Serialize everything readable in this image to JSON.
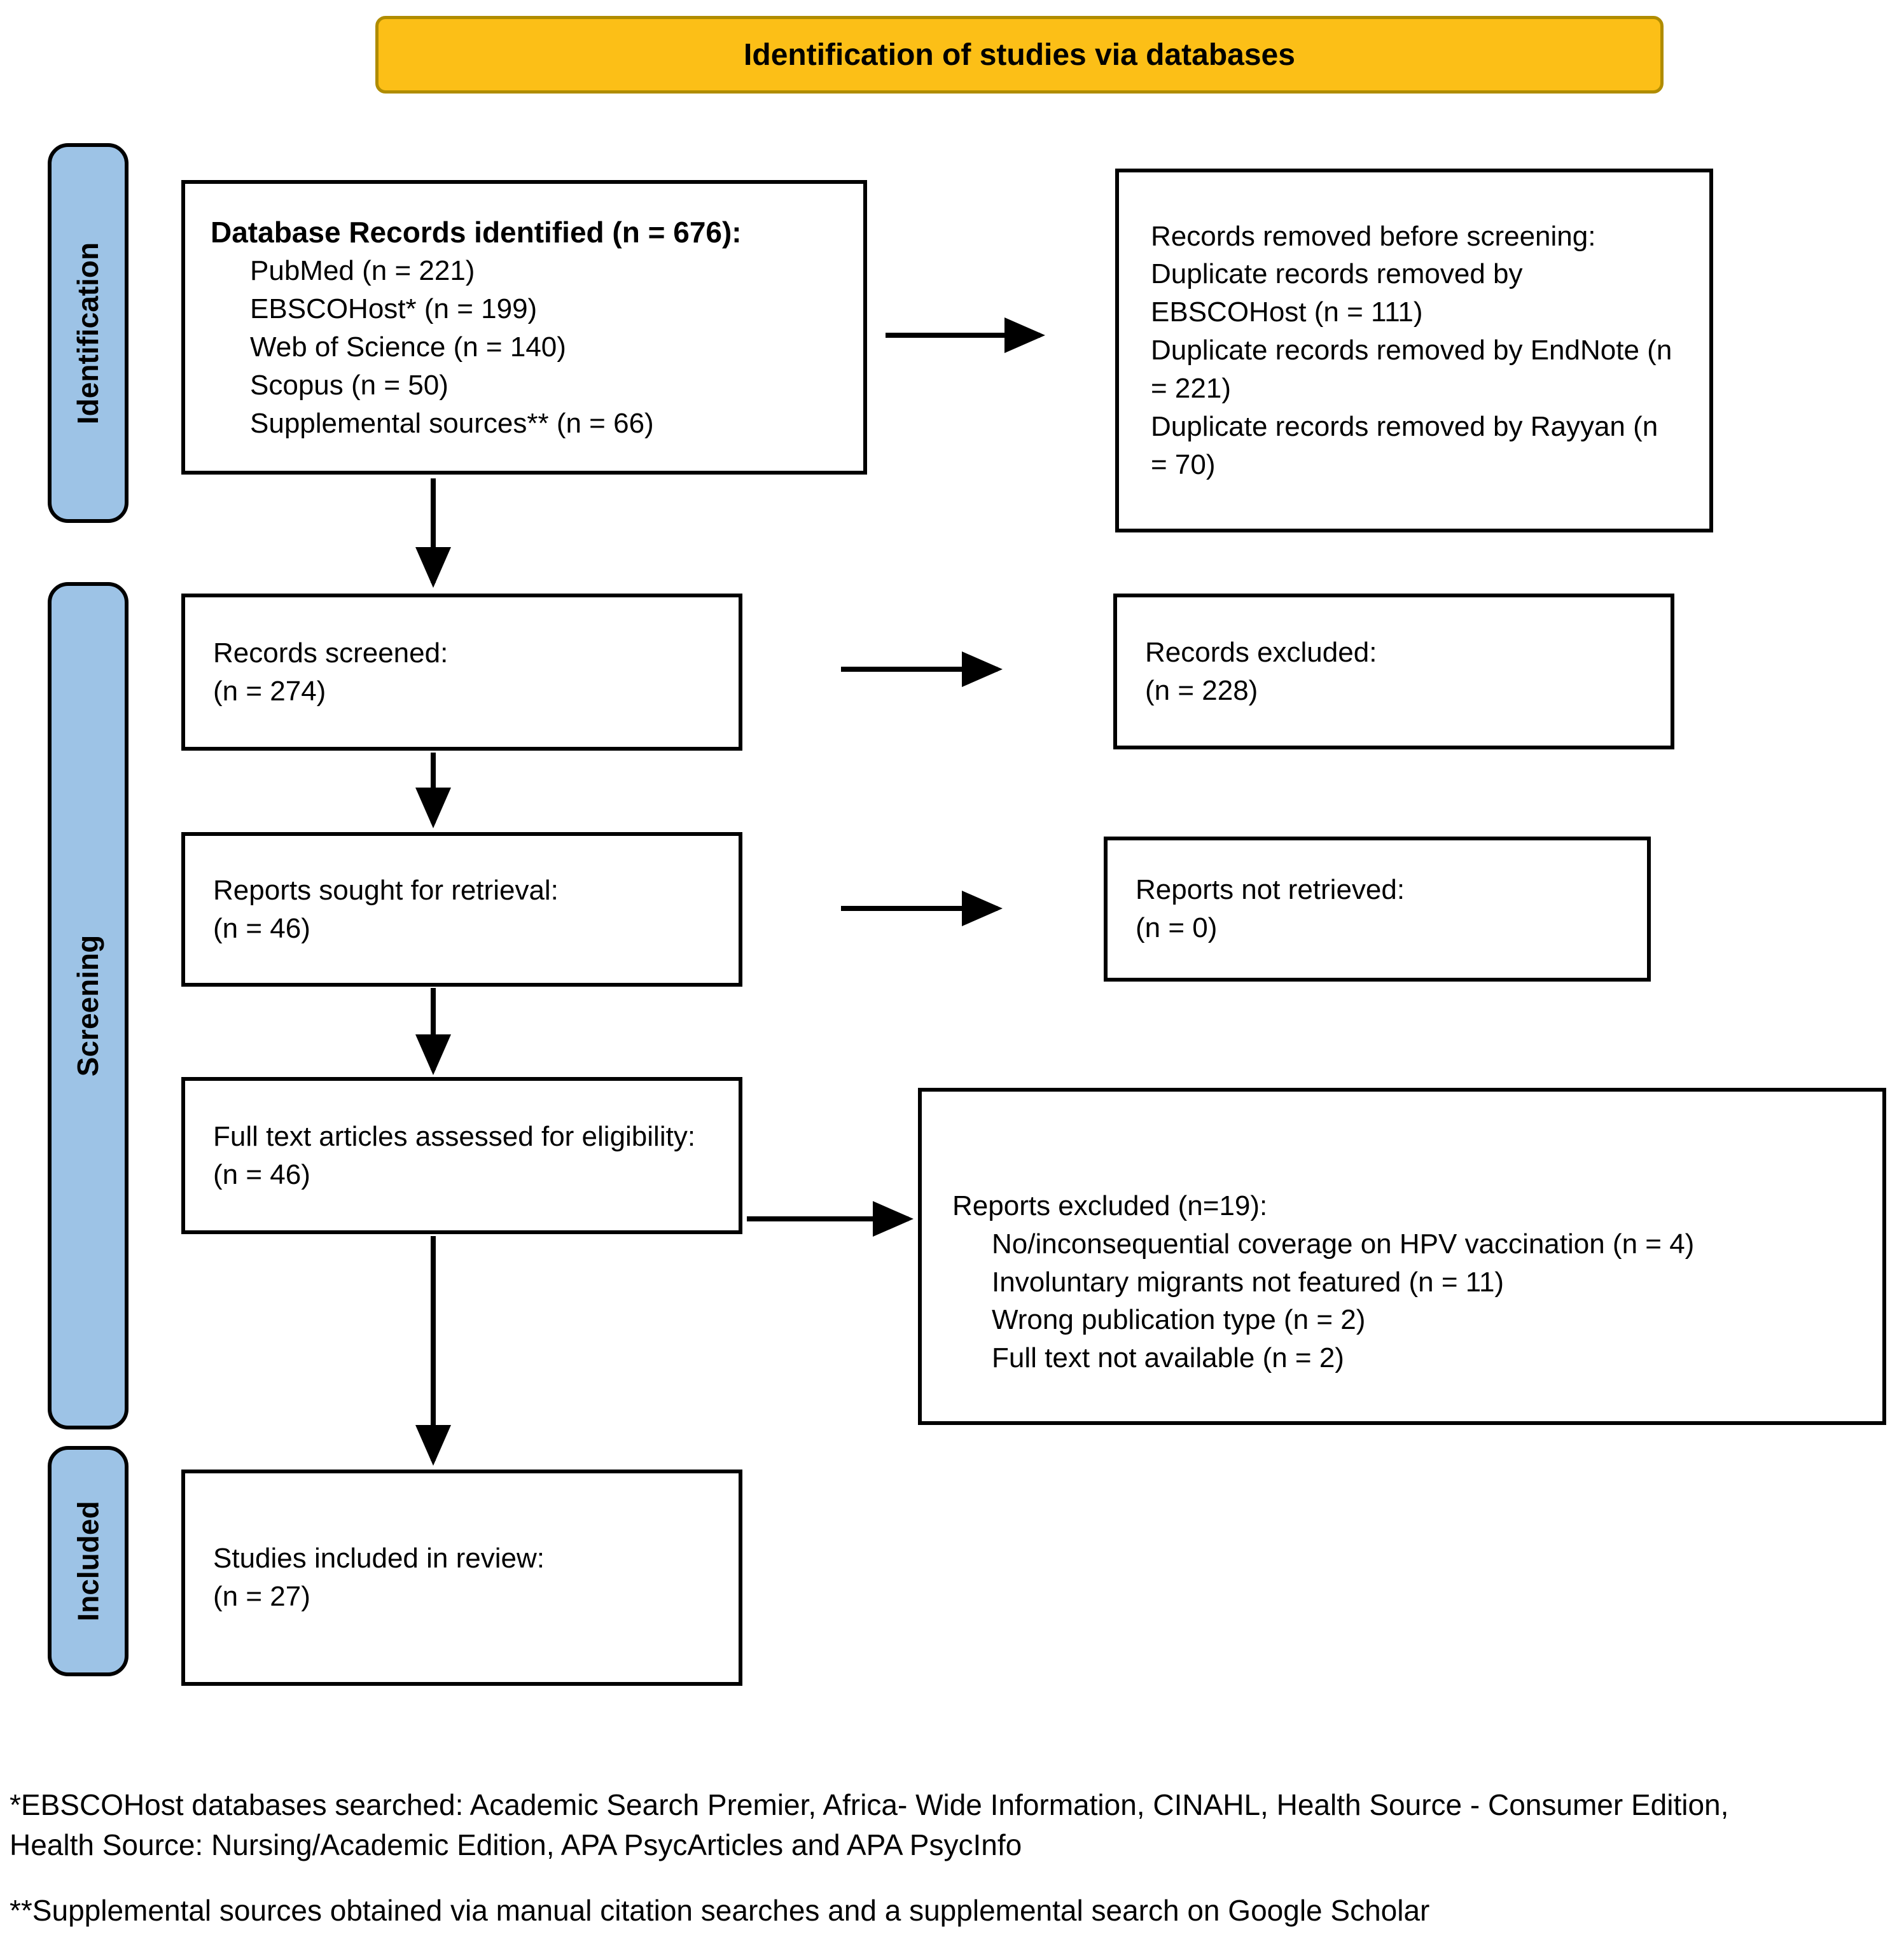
{
  "banner": {
    "title": "Identification of studies via databases"
  },
  "stages": {
    "identification": "Identification",
    "screening": "Screening",
    "included": "Included"
  },
  "boxes": {
    "identified": {
      "header": "Database Records identified (n = 676):",
      "items": [
        "PubMed (n = 221)",
        "EBSCOHost* (n = 199)",
        "Web of Science (n = 140)",
        "Scopus (n = 50)",
        "Supplemental sources** (n = 66)"
      ]
    },
    "removed": {
      "lines": [
        "Records removed before screening:",
        "Duplicate records removed by EBSCOHost (n = 111)",
        "Duplicate records removed by EndNote (n = 221)",
        "Duplicate records removed by Rayyan (n = 70)"
      ]
    },
    "screened": {
      "line1": "Records screened:",
      "line2": "(n = 274)"
    },
    "excluded": {
      "line1": "Records excluded:",
      "line2": "(n = 228)"
    },
    "sought": {
      "line1": "Reports sought for retrieval:",
      "line2": "(n = 46)"
    },
    "not_retrieved": {
      "line1": "Reports not retrieved:",
      "line2": "(n = 0)"
    },
    "full_text": {
      "line1": "Full text articles assessed for eligibility:",
      "line2": "(n = 46)"
    },
    "reports_excluded": {
      "header": "Reports excluded (n=19):",
      "items": [
        "No/inconsequential coverage on HPV vaccination (n = 4)",
        "Involuntary migrants not featured (n = 11)",
        "Wrong publication type (n = 2)",
        "Full text not available (n = 2)"
      ]
    },
    "included_review": {
      "line1": "Studies included in review:",
      "line2": "(n = 27)"
    }
  },
  "footnotes": {
    "first": "*EBSCOHost databases searched: Academic Search Premier, Africa- Wide Information, CINAHL, Health Source - Consumer Edition, Health Source: Nursing/Academic Edition, APA PsycArticles and APA PsycInfo",
    "second": "**Supplemental sources obtained via manual citation searches and a supplemental search on Google Scholar"
  },
  "colors": {
    "banner_fill": "#FCBF17",
    "banner_border": "#B08C00",
    "stage_fill": "#9DC3E6",
    "box_border": "#000000",
    "arrow": "#000000"
  }
}
